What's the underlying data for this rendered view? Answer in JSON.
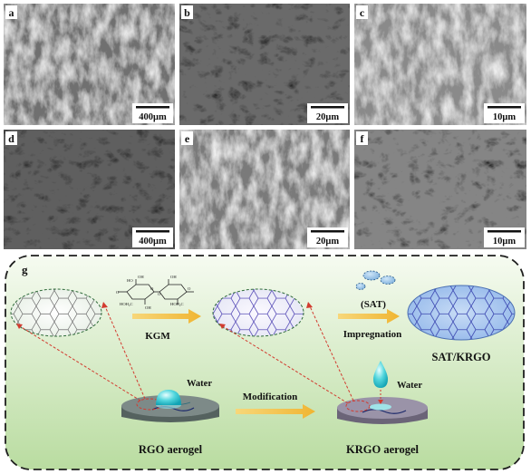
{
  "panels": [
    {
      "letter": "a",
      "scale": "400μm"
    },
    {
      "letter": "b",
      "scale": "20μm"
    },
    {
      "letter": "c",
      "scale": "10μm"
    },
    {
      "letter": "d",
      "scale": "400μm"
    },
    {
      "letter": "e",
      "scale": "20μm"
    },
    {
      "letter": "f",
      "scale": "10μm"
    }
  ],
  "schematic": {
    "letter": "g",
    "kgm": "KGM",
    "sat_label": "(SAT)",
    "impregnation": "Impregnation",
    "sat_krgo": "SAT/KRGO",
    "water_left": "Water",
    "water_right": "Water",
    "modification": "Modification",
    "rgo_aerogel": "RGO aerogel",
    "krgo_aerogel": "KRGO aerogel",
    "molecule_labels": [
      "HO",
      "OH",
      "HOH₂C",
      "OH",
      "HOH₂C",
      "OH",
      "O",
      "O",
      "O",
      "O"
    ]
  },
  "colors": {
    "sem_bg": "#8a8a8a",
    "arrow": "#f2c14e",
    "dashed_red": "#d23b2f",
    "green_top": "#f6fbf1",
    "green_bottom": "#b9dca0"
  }
}
